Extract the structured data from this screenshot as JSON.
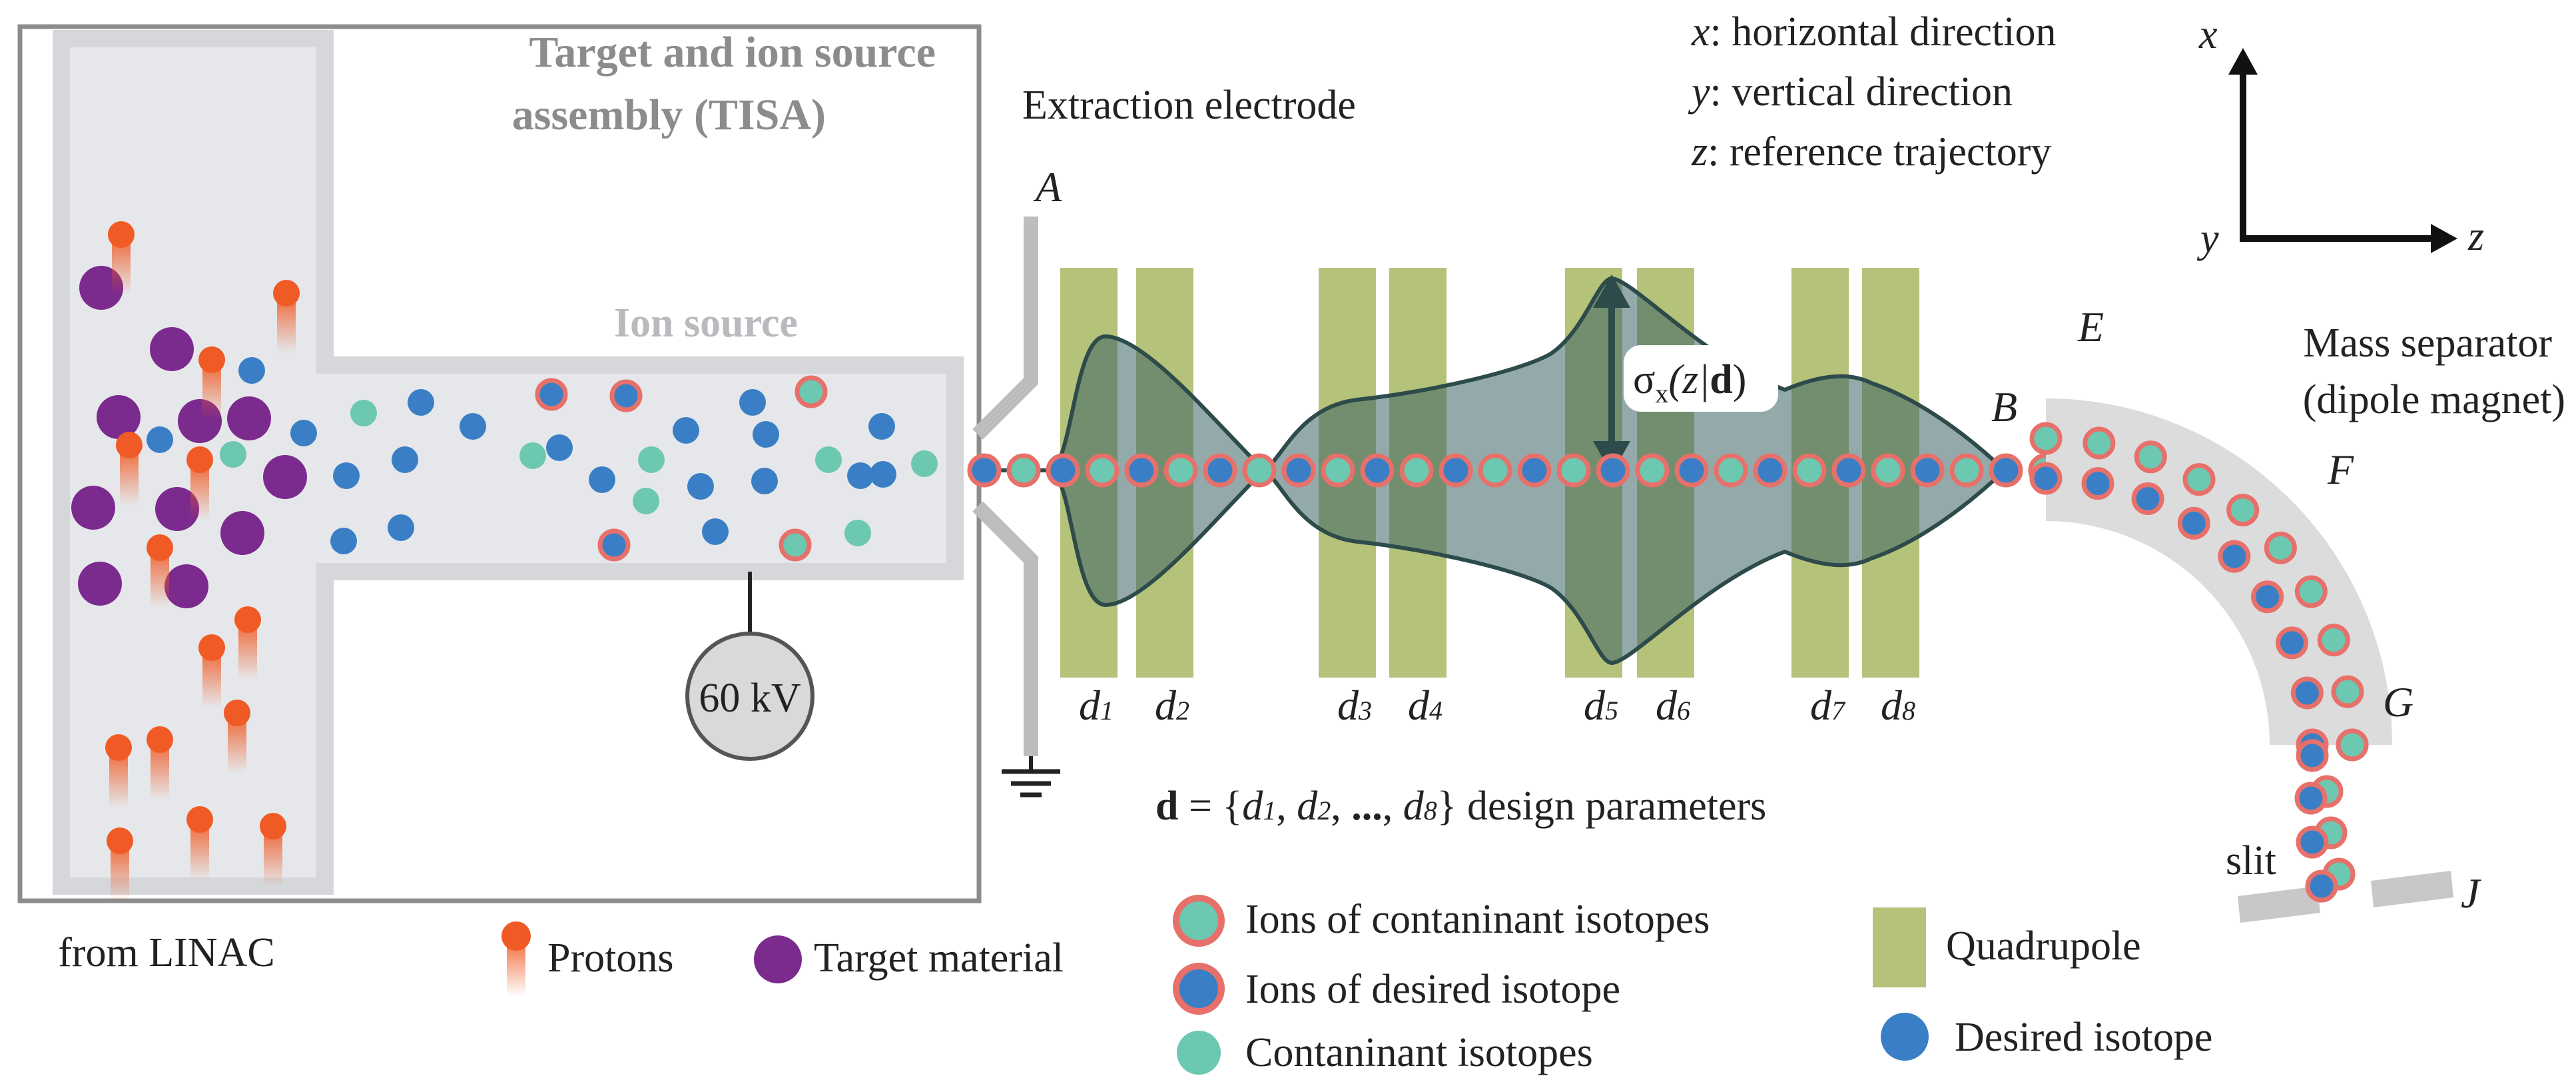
{
  "tisa": {
    "title_line1": "Target and ion source",
    "title_line2": "assembly (TISA)",
    "ion_source_label": "Ion source",
    "voltage_label": "60 kV",
    "from_label": "from LINAC"
  },
  "extraction": {
    "label": "Extraction electrode"
  },
  "points": {
    "A": "A",
    "B": "B",
    "E": "E",
    "F": "F",
    "G": "G",
    "J": "J"
  },
  "quadrupoles": [
    "d",
    "d",
    "d",
    "d",
    "d",
    "d",
    "d",
    "d"
  ],
  "quadrupole_subscripts": [
    "1",
    "2",
    "3",
    "4",
    "5",
    "6",
    "7",
    "8"
  ],
  "sigma": {
    "symbol": "σ",
    "sub": "x",
    "arg": "(z|",
    "bold": "d",
    "close": ")"
  },
  "design_params": {
    "bold": "d",
    "prefix": " = {",
    "d": "d",
    "s1": "1",
    "sep1": ", ",
    "s2": "2",
    "sep2": ", ",
    "dots": "...",
    "sep3": ", ",
    "s8": "8",
    "suffix": "} design parameters"
  },
  "axes_text": {
    "x_var": "x",
    "x_desc": ": horizontal direction",
    "y_var": "y",
    "y_desc": ": vertical direction",
    "z_var": "z",
    "z_desc": ": reference trajectory",
    "axis_x": "x",
    "axis_y": "y",
    "axis_z": "z"
  },
  "mass_separator": {
    "line1": "Mass separator",
    "line2": "(dipole magnet)",
    "slit": "slit"
  },
  "legend": {
    "protons": "Protons",
    "target_material": "Target material",
    "ions_contaminant": "Ions of contaninant isotopes",
    "ions_desired": "Ions of desired isotope",
    "contaminant": "Contaninant isotopes",
    "quadrupole": "Quadrupole",
    "desired": "Desired isotope"
  },
  "colors": {
    "proton": "#f05a24",
    "target": "#7b2a8e",
    "contaminant": "#6cc8b0",
    "desired": "#3a7fc5",
    "ion_ring": "#e8706a",
    "quadrupole": "#b5c27a",
    "beam_envelope": "#3d6464",
    "tisa_fill": "#e6e7ea",
    "tisa_border": "#8c8c8c"
  }
}
